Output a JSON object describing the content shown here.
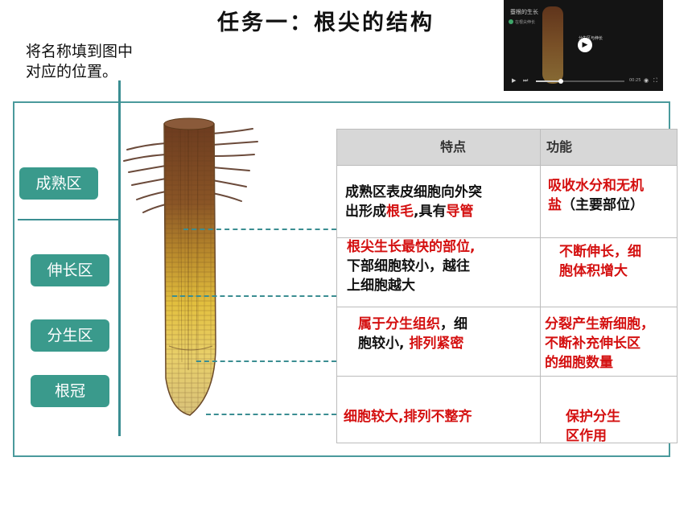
{
  "title": "任务一：根尖的结构",
  "instruction": [
    "将名称填到图中",
    "对应的位置。"
  ],
  "video": {
    "title": "蚕根的生长",
    "subtitle": "在根尖伸长",
    "label": "分生区与伸长",
    "time": "00:25"
  },
  "zones": [
    "成熟区",
    "伸长区",
    "分生区",
    "根冠"
  ],
  "table": {
    "headers": [
      "特点",
      "功能"
    ],
    "rows": [
      {
        "feature": [
          {
            "text": "成熟区表皮细胞向外突",
            "color": "#111111"
          },
          {
            "text": "出形成",
            "color": "#111111"
          },
          {
            "text": "根毛",
            "color": "#d41010"
          },
          {
            "text": ",具有",
            "color": "#111111"
          },
          {
            "text": "导管",
            "color": "#d41010"
          }
        ],
        "function": [
          {
            "text": "吸收水分和无机",
            "color": "#d41010"
          },
          {
            "text": "盐",
            "color": "#d41010"
          },
          {
            "text": "（主要部位）",
            "color": "#111111"
          }
        ]
      },
      {
        "feature": [
          {
            "text": "根尖生长最快的部位,",
            "color": "#d41010"
          },
          {
            "text": "下部细胞较小，越往",
            "color": "#111111"
          },
          {
            "text": "上细胞越大",
            "color": "#111111"
          }
        ],
        "function": [
          {
            "text": "不断伸长，细",
            "color": "#d41010"
          },
          {
            "text": "胞体积增大",
            "color": "#d41010"
          }
        ]
      },
      {
        "feature": [
          {
            "text": "属于分生组织",
            "color": "#d41010"
          },
          {
            "text": "，细",
            "color": "#111111"
          },
          {
            "text": "胞较小,",
            "color": "#111111"
          },
          {
            "text": " 排列紧密",
            "color": "#d41010"
          }
        ],
        "function": [
          {
            "text": "分裂产生新细胞，",
            "color": "#d41010"
          },
          {
            "text": "不断补充伸长区",
            "color": "#d41010"
          },
          {
            "text": "的细胞数量",
            "color": "#d41010"
          }
        ]
      },
      {
        "feature": [
          {
            "text": "细胞较大,排列不整齐",
            "color": "#d41010"
          }
        ],
        "function": [
          {
            "text": "保护分生",
            "color": "#d41010"
          },
          {
            "text": "区作用",
            "color": "#d41010"
          }
        ]
      }
    ]
  }
}
